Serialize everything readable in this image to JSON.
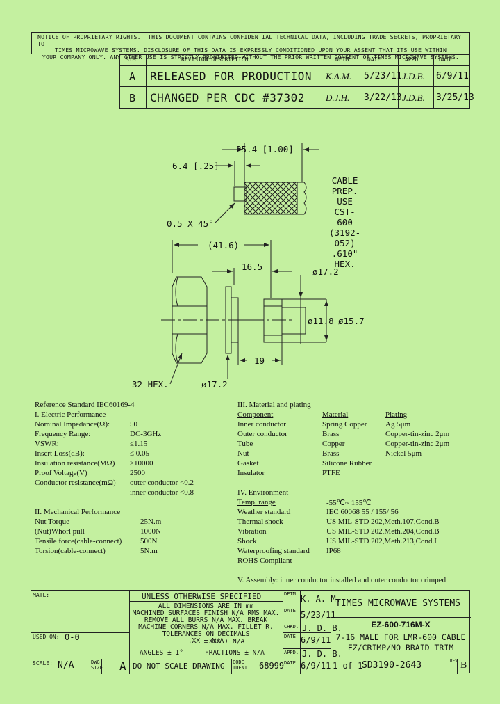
{
  "notice": {
    "heading": "NOTICE OF PROPRIETARY RIGHTS.",
    "line1": "THIS DOCUMENT CONTAINS CONFIDENTIAL TECHNICAL DATA, INCLUDING TRADE SECRETS, PROPRIETARY TO",
    "line2": "TIMES MICROWAVE SYSTEMS. DISCLOSURE OF THIS DATA IS EXPRESSLY CONDITIONED UPON YOUR ASSENT THAT ITS USE WITHIN",
    "line3": "YOUR COMPANY ONLY. ANY OTHER USE IS STRICTLY PROHIBITED WITHOUT THE PRIOR WRITTEN CONSENT OF TIMES MICROWAVE SYSTEMS."
  },
  "revisions": {
    "headers": {
      "sym": "SYM",
      "desc": "REVISION DESCRIPTION",
      "dftm": "DFTM",
      "date": "DATE",
      "appd": "APPD",
      "date2": "DATE"
    },
    "rows": [
      {
        "sym": "A",
        "desc": "RELEASED FOR PRODUCTION",
        "dftm": "K.A.M.",
        "date": "5/23/11",
        "appd": "J.D.B.",
        "date2": "6/9/11"
      },
      {
        "sym": "B",
        "desc": "CHANGED PER CDC #37302",
        "dftm": "D.J.H.",
        "date": "3/22/13",
        "appd": "J.D.B.",
        "date2": "3/25/13"
      }
    ]
  },
  "drawing": {
    "dim_25_4": "25.4 [1.00]",
    "dim_6_4": "6.4 [.25]",
    "chamfer": "0.5 X 45°",
    "cable_prep": [
      "CABLE PREP.",
      "USE CST-600",
      "(3192-052)",
      ".610\" HEX."
    ],
    "dim_41_6": "(41.6)",
    "dim_16_5": "16.5",
    "dim_17_2_top": "ø17.2",
    "dim_11_8": "ø11.8",
    "dim_15_7": "ø15.7",
    "dim_19": "19",
    "hex32": "32 HEX.",
    "dim_17_2_bottom": "ø17.2"
  },
  "specs": {
    "reference": "Reference Standard IEC60169-4",
    "electric_title": "I.  Electric Performance",
    "electric": [
      {
        "k": "Nominal Impedance(Ω):",
        "v": "50"
      },
      {
        "k": "Frequency Range:",
        "v": "DC-3GHz"
      },
      {
        "k": "VSWR:",
        "v": "≤1.15"
      },
      {
        "k": "Insert Loss(dB):",
        "v": "≤ 0.05"
      },
      {
        "k": "Insulation resistance(MΩ)",
        "v": "≥10000"
      },
      {
        "k": "Proof Voltage(V)",
        "v": "2500"
      },
      {
        "k": "Conductor resistance(mΩ)",
        "v": "outer conductor <0.2"
      },
      {
        "k": "",
        "v": "inner conductor <0.8"
      }
    ],
    "mech_title": "II.  Mechanical Performance",
    "mech": [
      {
        "k": "Nut Torque",
        "v": "25N.m"
      },
      {
        "k": "(Nut)Whorl pull",
        "v": "1000N"
      },
      {
        "k": "Tensile force(cable-connect)",
        "v": "500N"
      },
      {
        "k": "Torsion(cable-connect)",
        "v": "5N.m"
      }
    ],
    "material_title": "III.  Material and plating",
    "material_headers": {
      "c": "Component",
      "m": "Material",
      "p": "Plating"
    },
    "material": [
      {
        "c": "Inner conductor",
        "m": "Spring Copper",
        "p": "Ag 5μm"
      },
      {
        "c": "Outer conductor",
        "m": "Brass",
        "p": "Copper-tin-zinc 2μm"
      },
      {
        "c": "Tube",
        "m": "Copper",
        "p": "Copper-tin-zinc 2μm"
      },
      {
        "c": "Nut",
        "m": "Brass",
        "p": "Nickel 5μm"
      },
      {
        "c": "Gasket",
        "m": "Silicone Rubber",
        "p": ""
      },
      {
        "c": "Insulator",
        "m": "PTFE",
        "p": ""
      }
    ],
    "env_title": "IV.  Environment",
    "env": [
      {
        "k": "Temp. range",
        "v": "-55℃~ 155℃"
      },
      {
        "k": "Weather standard",
        "v": "IEC 60068 55 / 155/ 56"
      },
      {
        "k": "Thermal shock",
        "v": "US MIL-STD 202,Meth.107,Cond.B"
      },
      {
        "k": "Vibration",
        "v": "US MIL-STD 202,Meth.204,Cond.B"
      },
      {
        "k": "Shock",
        "v": "US MIL-STD 202,Meth.213,Cond.I"
      },
      {
        "k": "Waterproofing standard",
        "v": "IP68"
      },
      {
        "k": "ROHS Compliant",
        "v": ""
      }
    ],
    "assembly": "V.  Assembly: inner conductor installed and outer conductor crimped"
  },
  "title_block": {
    "matl": "MATL:",
    "used_on_label": "USED ON:",
    "used_on": "0-0",
    "scale_label": "SCALE:",
    "scale": "N/A",
    "dwg_size_label": "DWG SIZE",
    "dwg_size": "A",
    "unless": "UNLESS OTHERWISE SPECIFIED",
    "tol": [
      "ALL DIMENSIONS ARE IN mm",
      "MACHINED SURFACES FINISH N/A RMS MAX.",
      "REMOVE ALL BURRS N/A MAX. BREAK",
      "MACHINE CORNERS N/A MAX. FILLET R.",
      "TOLERANCES ON DECIMALS",
      ".XX ± N/A",
      ".XXX ± N/A",
      "ANGLES ± 1°",
      "FRACTIONS ± N/A"
    ],
    "dont_scale": "DO NOT SCALE DRAWING",
    "code_ident_label": "CODE IDENT",
    "code_ident": "68999",
    "dftm_label": "DFTM.",
    "dftm": "K. A. M.",
    "date_label": "DATE",
    "date1": "5/23/11",
    "chkd_label": "CHKD.",
    "chkd": "J. D. B.",
    "date2": "6/9/11",
    "appd_label": "APPD.",
    "appd": "J. D. B.",
    "date3": "6/9/11",
    "company": "TIMES MICROWAVE SYSTEMS",
    "part_number": "EZ-600-716M-X",
    "title1": "7-16 MALE FOR LMR-600 CABLE",
    "title2": "EZ/CRIMP/NO BRAID TRIM",
    "sheet": "1 of 1",
    "drawing_number": "SD3190-2643",
    "rev_label": "REV",
    "rev": "B"
  }
}
